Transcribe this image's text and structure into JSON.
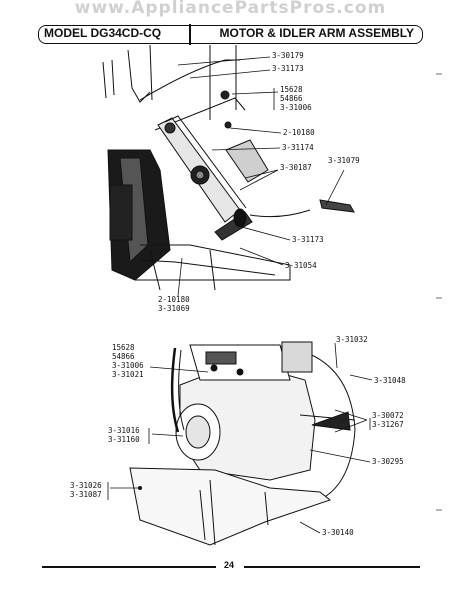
{
  "watermark": "www.AppliancePartsPros.com",
  "header": {
    "model": "MODEL DG34CD-CQ",
    "title": "MOTOR & IDLER ARM ASSEMBLY"
  },
  "labels": {
    "l1": "3-30179",
    "l2": "3-31173",
    "l3a": "15628",
    "l3b": "54866",
    "l3c": "3-31006",
    "l4": "2-10180",
    "l5": "3-31174",
    "l6": "3-30187",
    "l7": "3-31079",
    "l8": "3-31173",
    "l9": "3-31054",
    "l10a": "2-10180",
    "l10b": "3-31069",
    "l11": "3-31032",
    "l12a": "15628",
    "l12b": "54866",
    "l12c": "3-31006",
    "l12d": "3-31021",
    "l13": "3-31048",
    "l14a": "3-30072",
    "l14b": "3-31267",
    "l15a": "3-31016",
    "l15b": "3-31160",
    "l16": "3-30295",
    "l17a": "3-31026",
    "l17b": "3-31087",
    "l18": "3-30140"
  },
  "footer": {
    "page_number": "24"
  }
}
